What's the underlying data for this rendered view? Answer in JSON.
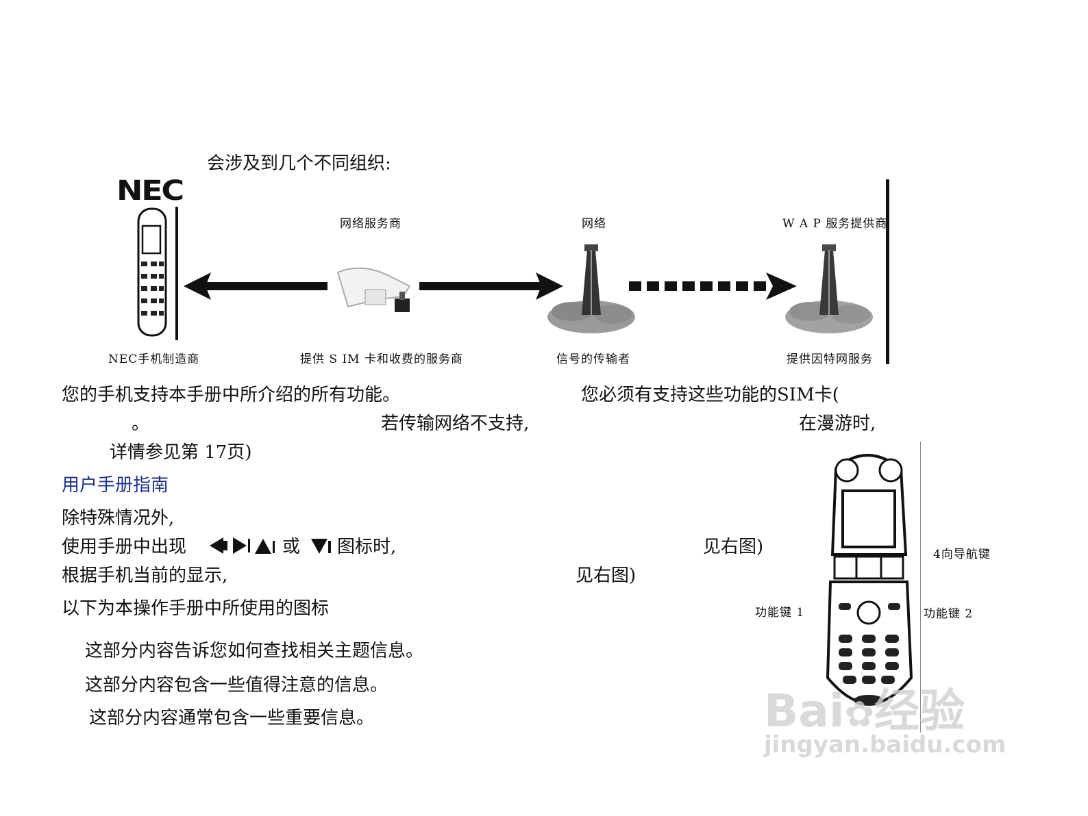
{
  "diagram": {
    "intro": "会涉及到几个不同组织:",
    "nec_logo": "NEC",
    "labels_top": {
      "network_provider": "网络服务商",
      "network": "网络",
      "wap_provider": "W A P  服务提供商"
    },
    "labels_bottom": {
      "manufacturer": "NEC手机制造商",
      "sim_provider": "提供 S IM 卡和收费的服务商",
      "transmitter": "信号的传输者",
      "internet_service": "提供因特网服务"
    }
  },
  "body_text": {
    "line1_left": "您的手机支持本手册中所介绍的所有功能。",
    "line1_right": "您必须有支持这些功能的SIM卡(",
    "line2_dot": "。",
    "line2_mid": "若传输网络不支持,",
    "line2_right": "在漫游时,",
    "line3": "详情参见第 17页)",
    "section_title": "用户手册指南",
    "line4": "除特殊情况外,",
    "line5_a": "使用手册中出现",
    "line5_or": "或",
    "line5_b": "图标时,",
    "line5_right": "见右图)",
    "line6_a": "根据手机当前的显示,",
    "line6_right": "见右图)",
    "line7": "以下为本操作手册中所使用的图标",
    "icon_desc_1": "这部分内容告诉您如何查找相关主题信息。",
    "icon_desc_2": "这部分内容包含一些值得注意的信息。",
    "icon_desc_3": "这部分内容通常包含一些重要信息。"
  },
  "phone_figure": {
    "nav_key": "4向导航键",
    "func_key_1": "功能键 1",
    "func_key_2": "功能键 2"
  },
  "watermark": {
    "line1": "Bai",
    "line1_cn": "经验",
    "line2": "jingyan.baidu.com"
  }
}
